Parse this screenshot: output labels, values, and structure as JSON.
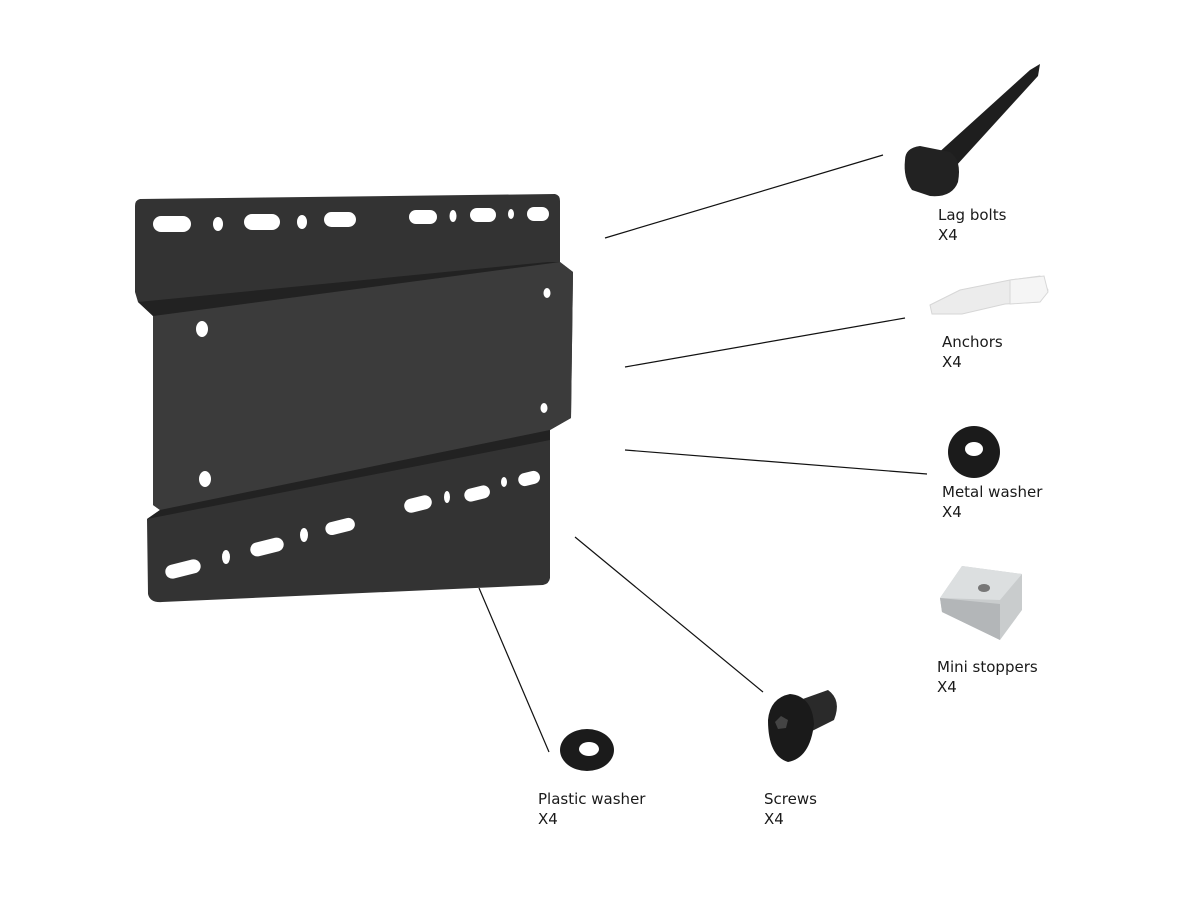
{
  "parts": [
    {
      "id": "lag-bolts",
      "name": "Lag bolts",
      "qty": "X4"
    },
    {
      "id": "anchors",
      "name": "Anchors",
      "qty": "X4"
    },
    {
      "id": "metal-washer",
      "name": "Metal washer",
      "qty": "X4"
    },
    {
      "id": "mini-stoppers",
      "name": "Mini stoppers",
      "qty": "X4"
    },
    {
      "id": "plastic-washer",
      "name": "Plastic washer",
      "qty": "X4"
    },
    {
      "id": "screws",
      "name": "Screws",
      "qty": "X4"
    }
  ],
  "colors": {
    "plate": "#343434",
    "plate_face": "#3b3b3b",
    "leader": "#111111",
    "anchor": "#eeeeee",
    "stopper": "#c9cccd"
  }
}
